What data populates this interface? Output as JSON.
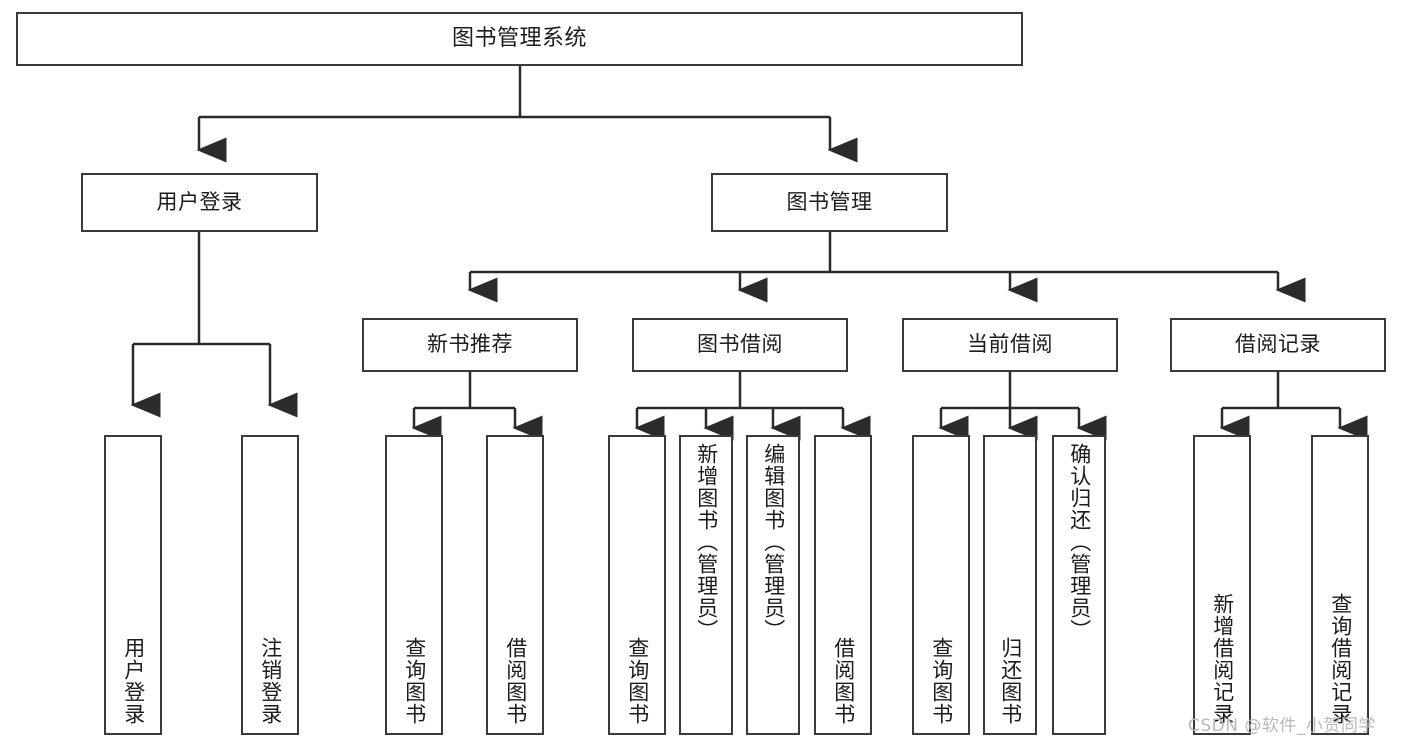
{
  "diagram": {
    "type": "tree-hierarchy",
    "title": "图书管理系统",
    "watermark": "CSDN @软件_小贺同学",
    "colors": {
      "box_border": "#3a3a3a",
      "box_fill": "#ffffff",
      "connector": "#2b2b2b",
      "text": "#1c1c1c",
      "watermark": "#b9b9b9",
      "background": "#ffffff"
    },
    "nodes": {
      "root": {
        "label": "图书管理系统"
      },
      "level2": [
        {
          "label": "用户登录"
        },
        {
          "label": "图书管理"
        }
      ],
      "level3": [
        {
          "label": "新书推荐"
        },
        {
          "label": "图书借阅"
        },
        {
          "label": "当前借阅"
        },
        {
          "label": "借阅记录"
        }
      ],
      "leaves_user_login": [
        {
          "label": "用户登录"
        },
        {
          "label": "注销登录"
        }
      ],
      "leaves_new_book": [
        {
          "label": "查询图书"
        },
        {
          "label": "借阅图书"
        }
      ],
      "leaves_borrow": [
        {
          "label": "查询图书"
        },
        {
          "label": "新增图书（管理员）"
        },
        {
          "label": "编辑图书（管理员）"
        },
        {
          "label": "借阅图书"
        }
      ],
      "leaves_current": [
        {
          "label": "查询图书"
        },
        {
          "label": "归还图书"
        },
        {
          "label": "确认归还（管理员）"
        }
      ],
      "leaves_record": [
        {
          "label": "新增借阅记录"
        },
        {
          "label": "查询借阅记录"
        }
      ]
    }
  }
}
